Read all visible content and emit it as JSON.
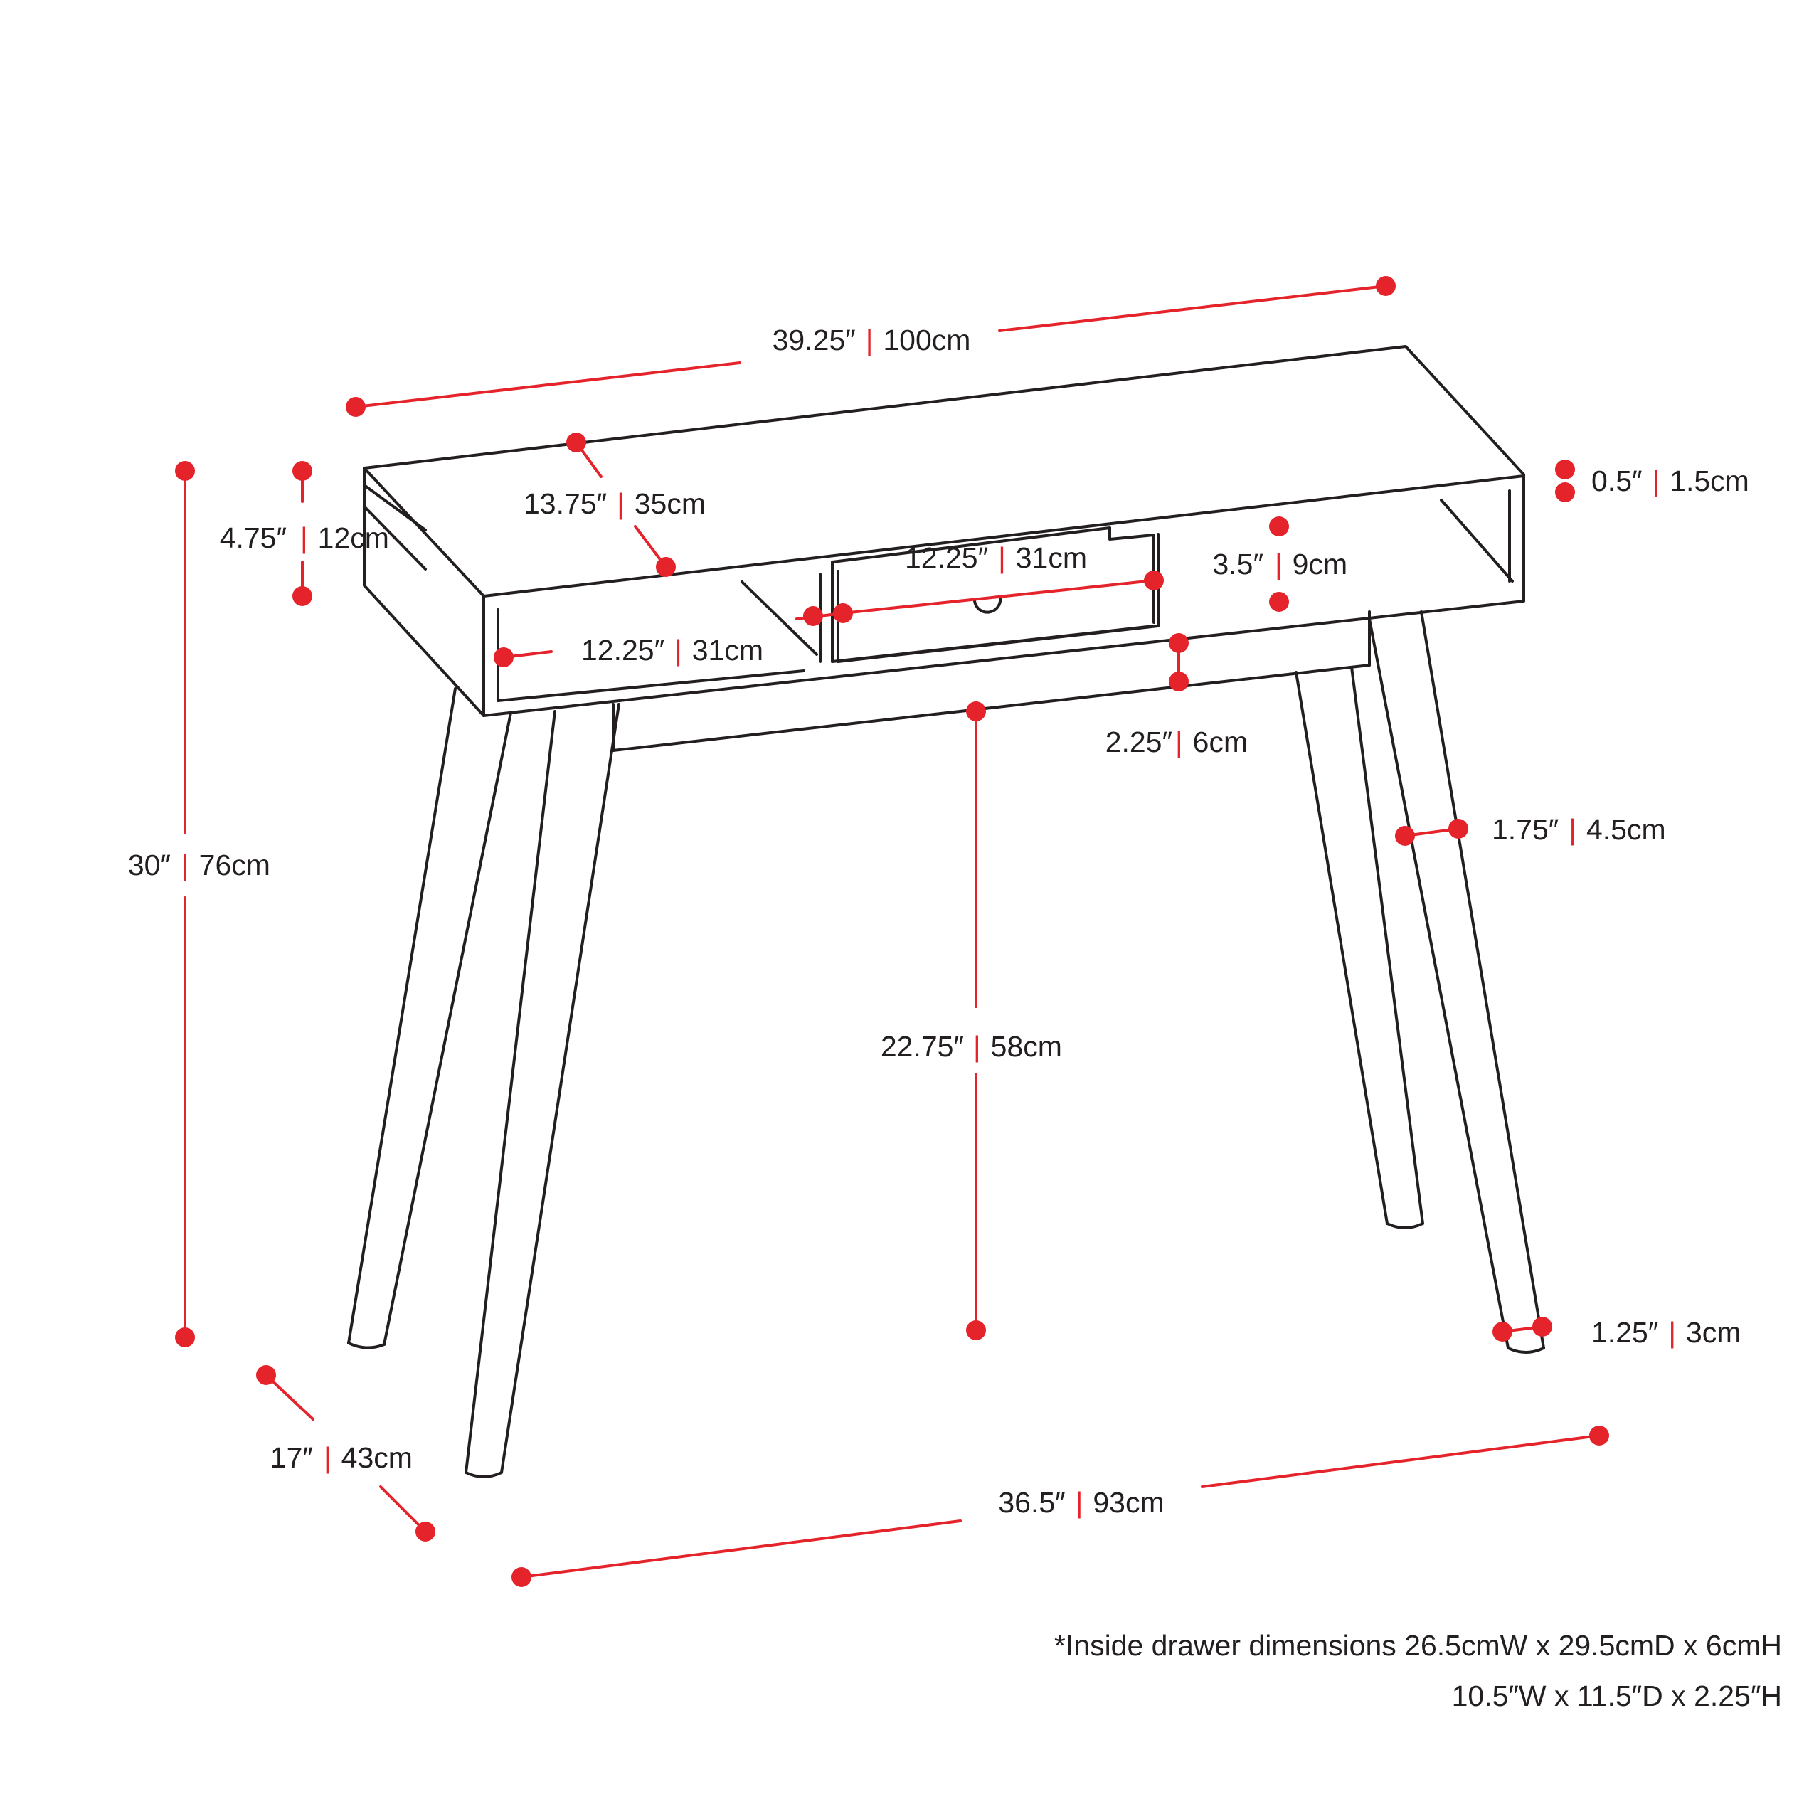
{
  "colors": {
    "dimension": "#e5232b",
    "outline": "#231f20",
    "background": "#ffffff"
  },
  "separator": "|",
  "dimensions": {
    "overall_width": {
      "imperial": "39.25″",
      "metric": "100cm"
    },
    "top_depth": {
      "imperial": "13.75″",
      "metric": "35cm"
    },
    "top_thickness": {
      "imperial": "0.5″",
      "metric": "1.5cm"
    },
    "shelf_height": {
      "imperial": "4.75″",
      "metric": "12cm"
    },
    "drawer_width": {
      "imperial": "12.25″",
      "metric": "31cm"
    },
    "shelf_width": {
      "imperial": "12.25″",
      "metric": "31cm"
    },
    "cubby_height": {
      "imperial": "3.5″",
      "metric": "9cm"
    },
    "drawer_height": {
      "imperial": "2.25″",
      "metric": "6cm"
    },
    "overall_height": {
      "imperial": "30″",
      "metric": "76cm"
    },
    "leg_top_width": {
      "imperial": "1.75″",
      "metric": "4.5cm"
    },
    "leg_clearance": {
      "imperial": "22.75″",
      "metric": "58cm"
    },
    "leg_foot_width": {
      "imperial": "1.25″",
      "metric": "3cm"
    },
    "overall_depth": {
      "imperial": "17″",
      "metric": "43cm"
    },
    "leg_span": {
      "imperial": "36.5″",
      "metric": "93cm"
    }
  },
  "footnote": {
    "line1": "*Inside drawer dimensions 26.5cmW x 29.5cmD x 6cmH",
    "line2": "10.5″W x 11.5″D x 2.25″H"
  }
}
